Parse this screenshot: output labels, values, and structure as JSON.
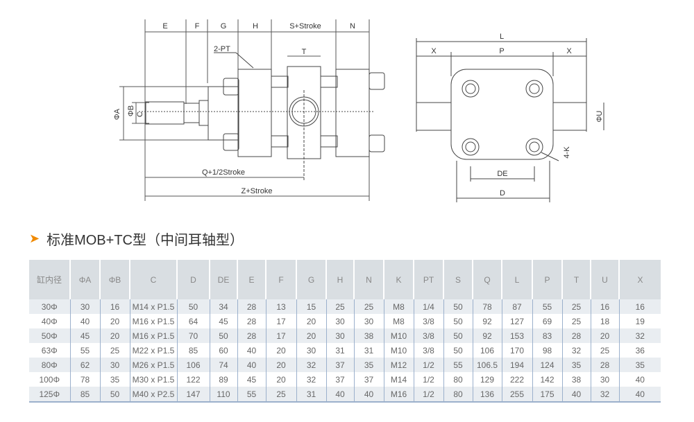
{
  "diagram": {
    "side_labels": [
      "E",
      "F",
      "G",
      "H",
      "S+Stroke",
      "N"
    ],
    "pt_label": "2-PT",
    "t_label": "T",
    "a_label": "ΦA",
    "b_label": "ΦB",
    "c_label": "C",
    "q_label": "Q+1/2Stroke",
    "z_label": "Z+Stroke",
    "end_labels": {
      "l": "L",
      "x_left": "X",
      "p": "P",
      "x_right": "X",
      "u": "ΦU",
      "k": "4-K",
      "de": "DE",
      "d": "D"
    }
  },
  "title": "标准MOB+TC型（中间耳轴型）",
  "table": {
    "headers": [
      "缸内径",
      "ΦA",
      "ΦB",
      "C",
      "D",
      "DE",
      "E",
      "F",
      "G",
      "H",
      "N",
      "K",
      "PT",
      "S",
      "Q",
      "L",
      "P",
      "T",
      "U",
      "X"
    ],
    "rows": [
      [
        "30Φ",
        "30",
        "16",
        "M14 x P1.5",
        "50",
        "34",
        "28",
        "13",
        "15",
        "25",
        "25",
        "M8",
        "1/4",
        "50",
        "78",
        "87",
        "55",
        "25",
        "16",
        "16"
      ],
      [
        "40Φ",
        "40",
        "20",
        "M16 x P1.5",
        "64",
        "45",
        "28",
        "17",
        "20",
        "30",
        "30",
        "M8",
        "3/8",
        "50",
        "92",
        "127",
        "69",
        "25",
        "18",
        "19"
      ],
      [
        "50Φ",
        "45",
        "20",
        "M16 x P1.5",
        "70",
        "50",
        "28",
        "17",
        "20",
        "30",
        "38",
        "M10",
        "3/8",
        "50",
        "92",
        "153",
        "83",
        "28",
        "20",
        "32"
      ],
      [
        "63Φ",
        "55",
        "25",
        "M22 x P1.5",
        "85",
        "60",
        "40",
        "20",
        "30",
        "31",
        "31",
        "M10",
        "3/8",
        "50",
        "106",
        "170",
        "98",
        "32",
        "25",
        "36"
      ],
      [
        "80Φ",
        "62",
        "30",
        "M26 x P1.5",
        "106",
        "74",
        "40",
        "20",
        "32",
        "37",
        "35",
        "M12",
        "1/2",
        "55",
        "106.5",
        "194",
        "124",
        "35",
        "28",
        "35"
      ],
      [
        "100Φ",
        "78",
        "35",
        "M30 x P1.5",
        "122",
        "89",
        "45",
        "20",
        "32",
        "37",
        "37",
        "M14",
        "1/2",
        "80",
        "129",
        "222",
        "142",
        "38",
        "30",
        "40"
      ],
      [
        "125Φ",
        "85",
        "50",
        "M40 x P2.5",
        "147",
        "110",
        "55",
        "25",
        "31",
        "40",
        "40",
        "M16",
        "1/2",
        "80",
        "136",
        "255",
        "175",
        "40",
        "32",
        "40"
      ]
    ]
  },
  "colors": {
    "accent": "#f08a00",
    "header_bg": "#d9dee2",
    "row_alt": "#e9edf1",
    "divider": "#9bb0cc"
  }
}
